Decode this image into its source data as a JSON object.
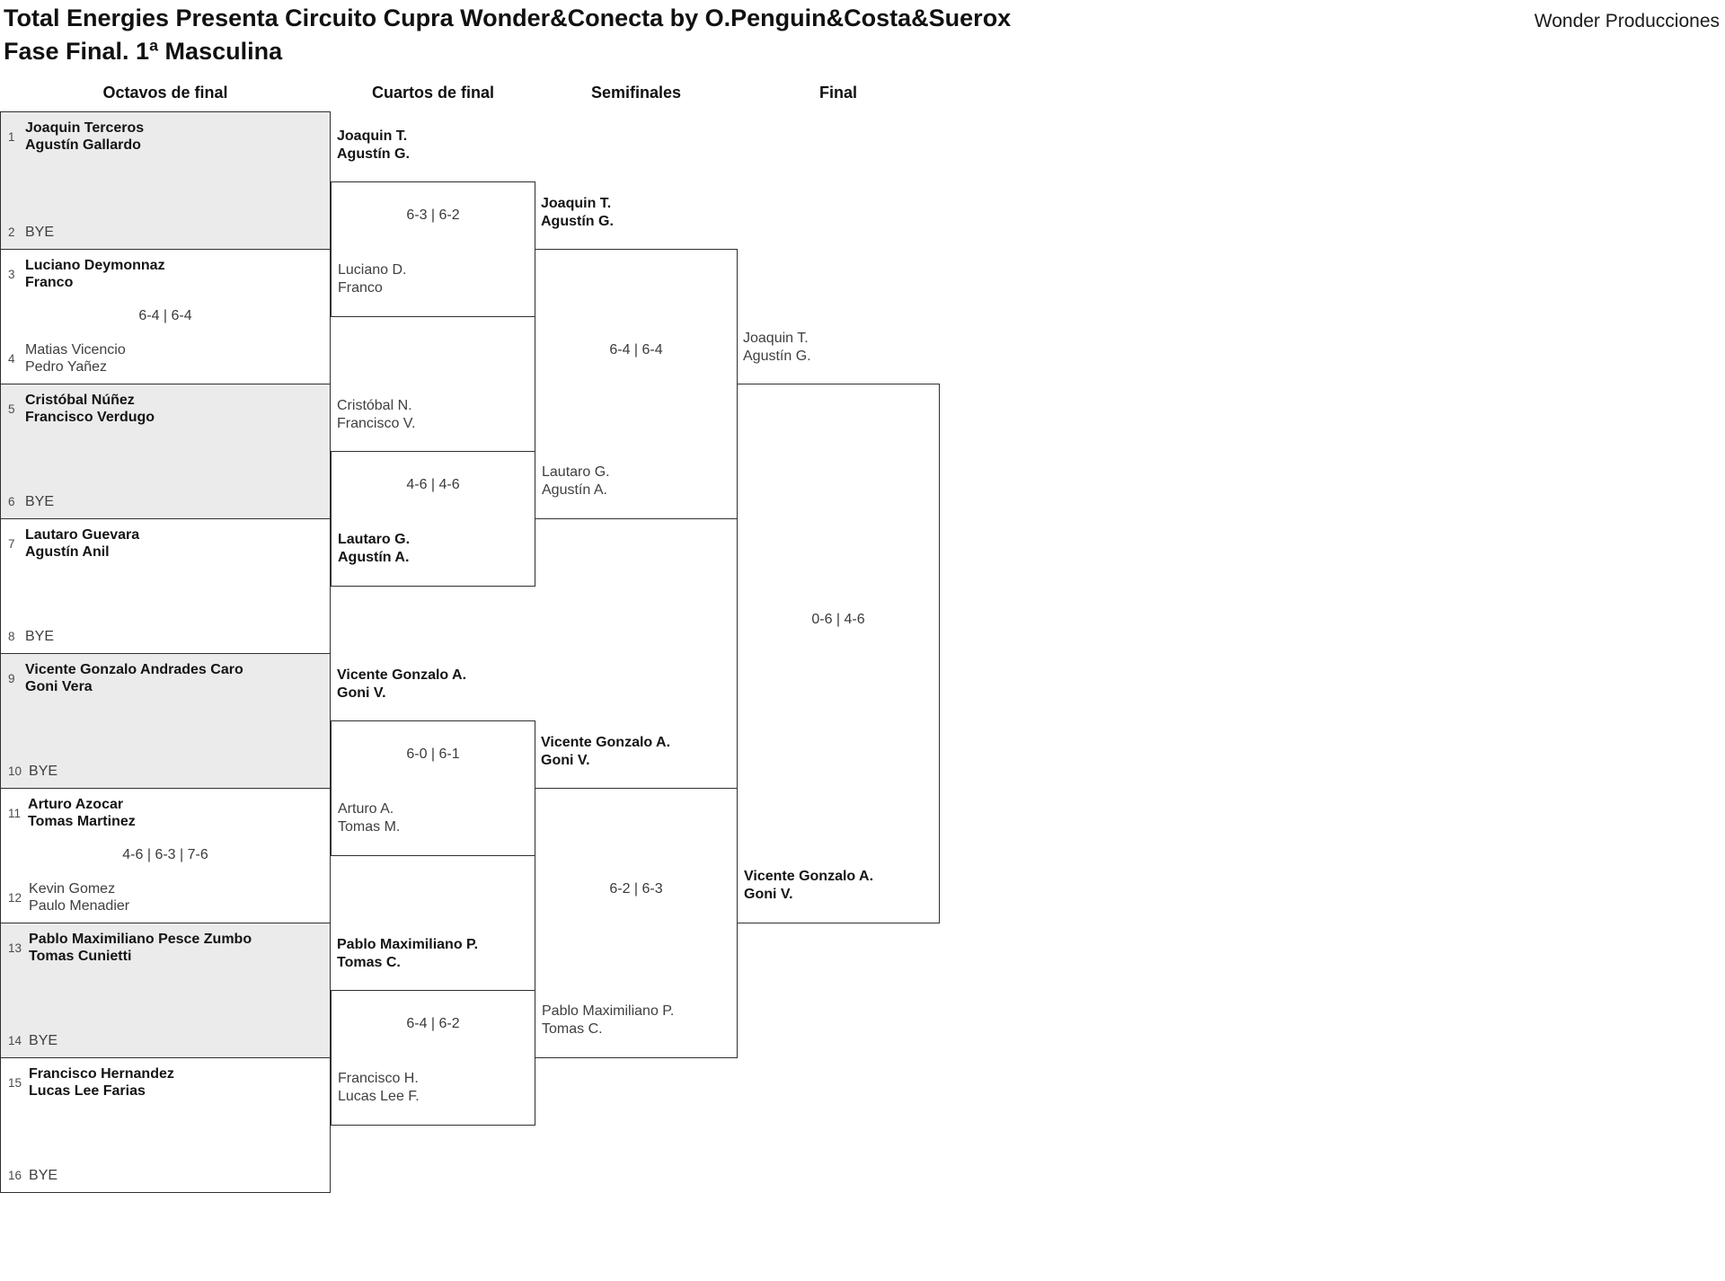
{
  "header": {
    "title": "Total Energies Presenta Circuito Cupra Wonder&Conecta by O.Penguin&Costa&Suerox",
    "subtitle": "Fase Final. 1ª Masculina",
    "organizer": "Wonder Producciones"
  },
  "round_headers": [
    "Octavos de final",
    "Cuartos de final",
    "Semifinales",
    "Final"
  ],
  "octavos": [
    {
      "seed_top": "1",
      "team_top": [
        "Joaquin Terceros",
        "Agustín Gallardo"
      ],
      "seed_bottom": "2",
      "team_bottom": [
        "BYE"
      ],
      "score": ""
    },
    {
      "seed_top": "3",
      "team_top": [
        "Luciano Deymonnaz",
        "Franco"
      ],
      "seed_bottom": "4",
      "team_bottom": [
        "Matias Vicencio",
        "Pedro Yañez"
      ],
      "score": "6-4 | 6-4"
    },
    {
      "seed_top": "5",
      "team_top": [
        "Cristóbal Núñez",
        "Francisco Verdugo"
      ],
      "seed_bottom": "6",
      "team_bottom": [
        "BYE"
      ],
      "score": ""
    },
    {
      "seed_top": "7",
      "team_top": [
        "Lautaro Guevara",
        "Agustín Anil"
      ],
      "seed_bottom": "8",
      "team_bottom": [
        "BYE"
      ],
      "score": ""
    },
    {
      "seed_top": "9",
      "team_top": [
        "Vicente Gonzalo Andrades Caro",
        "Goni Vera"
      ],
      "seed_bottom": "10",
      "team_bottom": [
        "BYE"
      ],
      "score": ""
    },
    {
      "seed_top": "11",
      "team_top": [
        "Arturo Azocar",
        "Tomas Martinez"
      ],
      "seed_bottom": "12",
      "team_bottom": [
        "Kevin Gomez",
        "Paulo Menadier"
      ],
      "score": "4-6 | 6-3 | 7-6"
    },
    {
      "seed_top": "13",
      "team_top": [
        "Pablo Maximiliano Pesce Zumbo",
        "Tomas Cunietti"
      ],
      "seed_bottom": "14",
      "team_bottom": [
        "BYE"
      ],
      "score": ""
    },
    {
      "seed_top": "15",
      "team_top": [
        "Francisco Hernandez",
        "Lucas Lee Farias"
      ],
      "seed_bottom": "16",
      "team_bottom": [
        "BYE"
      ],
      "score": ""
    }
  ],
  "cuartos": [
    {
      "team_top": [
        "Joaquin T.",
        "Agustín G."
      ],
      "team_bottom": [
        "Luciano D.",
        "Franco"
      ],
      "score": "6-3 | 6-2"
    },
    {
      "team_top": [
        "Cristóbal N.",
        "Francisco V."
      ],
      "team_bottom": [
        "Lautaro G.",
        "Agustín A."
      ],
      "score": "4-6 | 4-6"
    },
    {
      "team_top": [
        "Vicente Gonzalo A.",
        "Goni V."
      ],
      "team_bottom": [
        "Arturo A.",
        "Tomas M."
      ],
      "score": "6-0 | 6-1"
    },
    {
      "team_top": [
        "Pablo Maximiliano P.",
        "Tomas C."
      ],
      "team_bottom": [
        "Francisco H.",
        "Lucas Lee F."
      ],
      "score": "6-4 | 6-2"
    }
  ],
  "semifinales": [
    {
      "team_top": [
        "Joaquin T.",
        "Agustín G."
      ],
      "team_bottom": [
        "Lautaro G.",
        "Agustín A."
      ],
      "score": "6-4 | 6-4"
    },
    {
      "team_top": [
        "Vicente Gonzalo A.",
        "Goni V."
      ],
      "team_bottom": [
        "Pablo Maximiliano P.",
        "Tomas C."
      ],
      "score": "6-2 | 6-3"
    }
  ],
  "final": {
    "team_top": [
      "Joaquin T.",
      "Agustín G."
    ],
    "team_bottom": [
      "Vicente Gonzalo A.",
      "Goni V."
    ],
    "score": "0-6 | 4-6"
  }
}
